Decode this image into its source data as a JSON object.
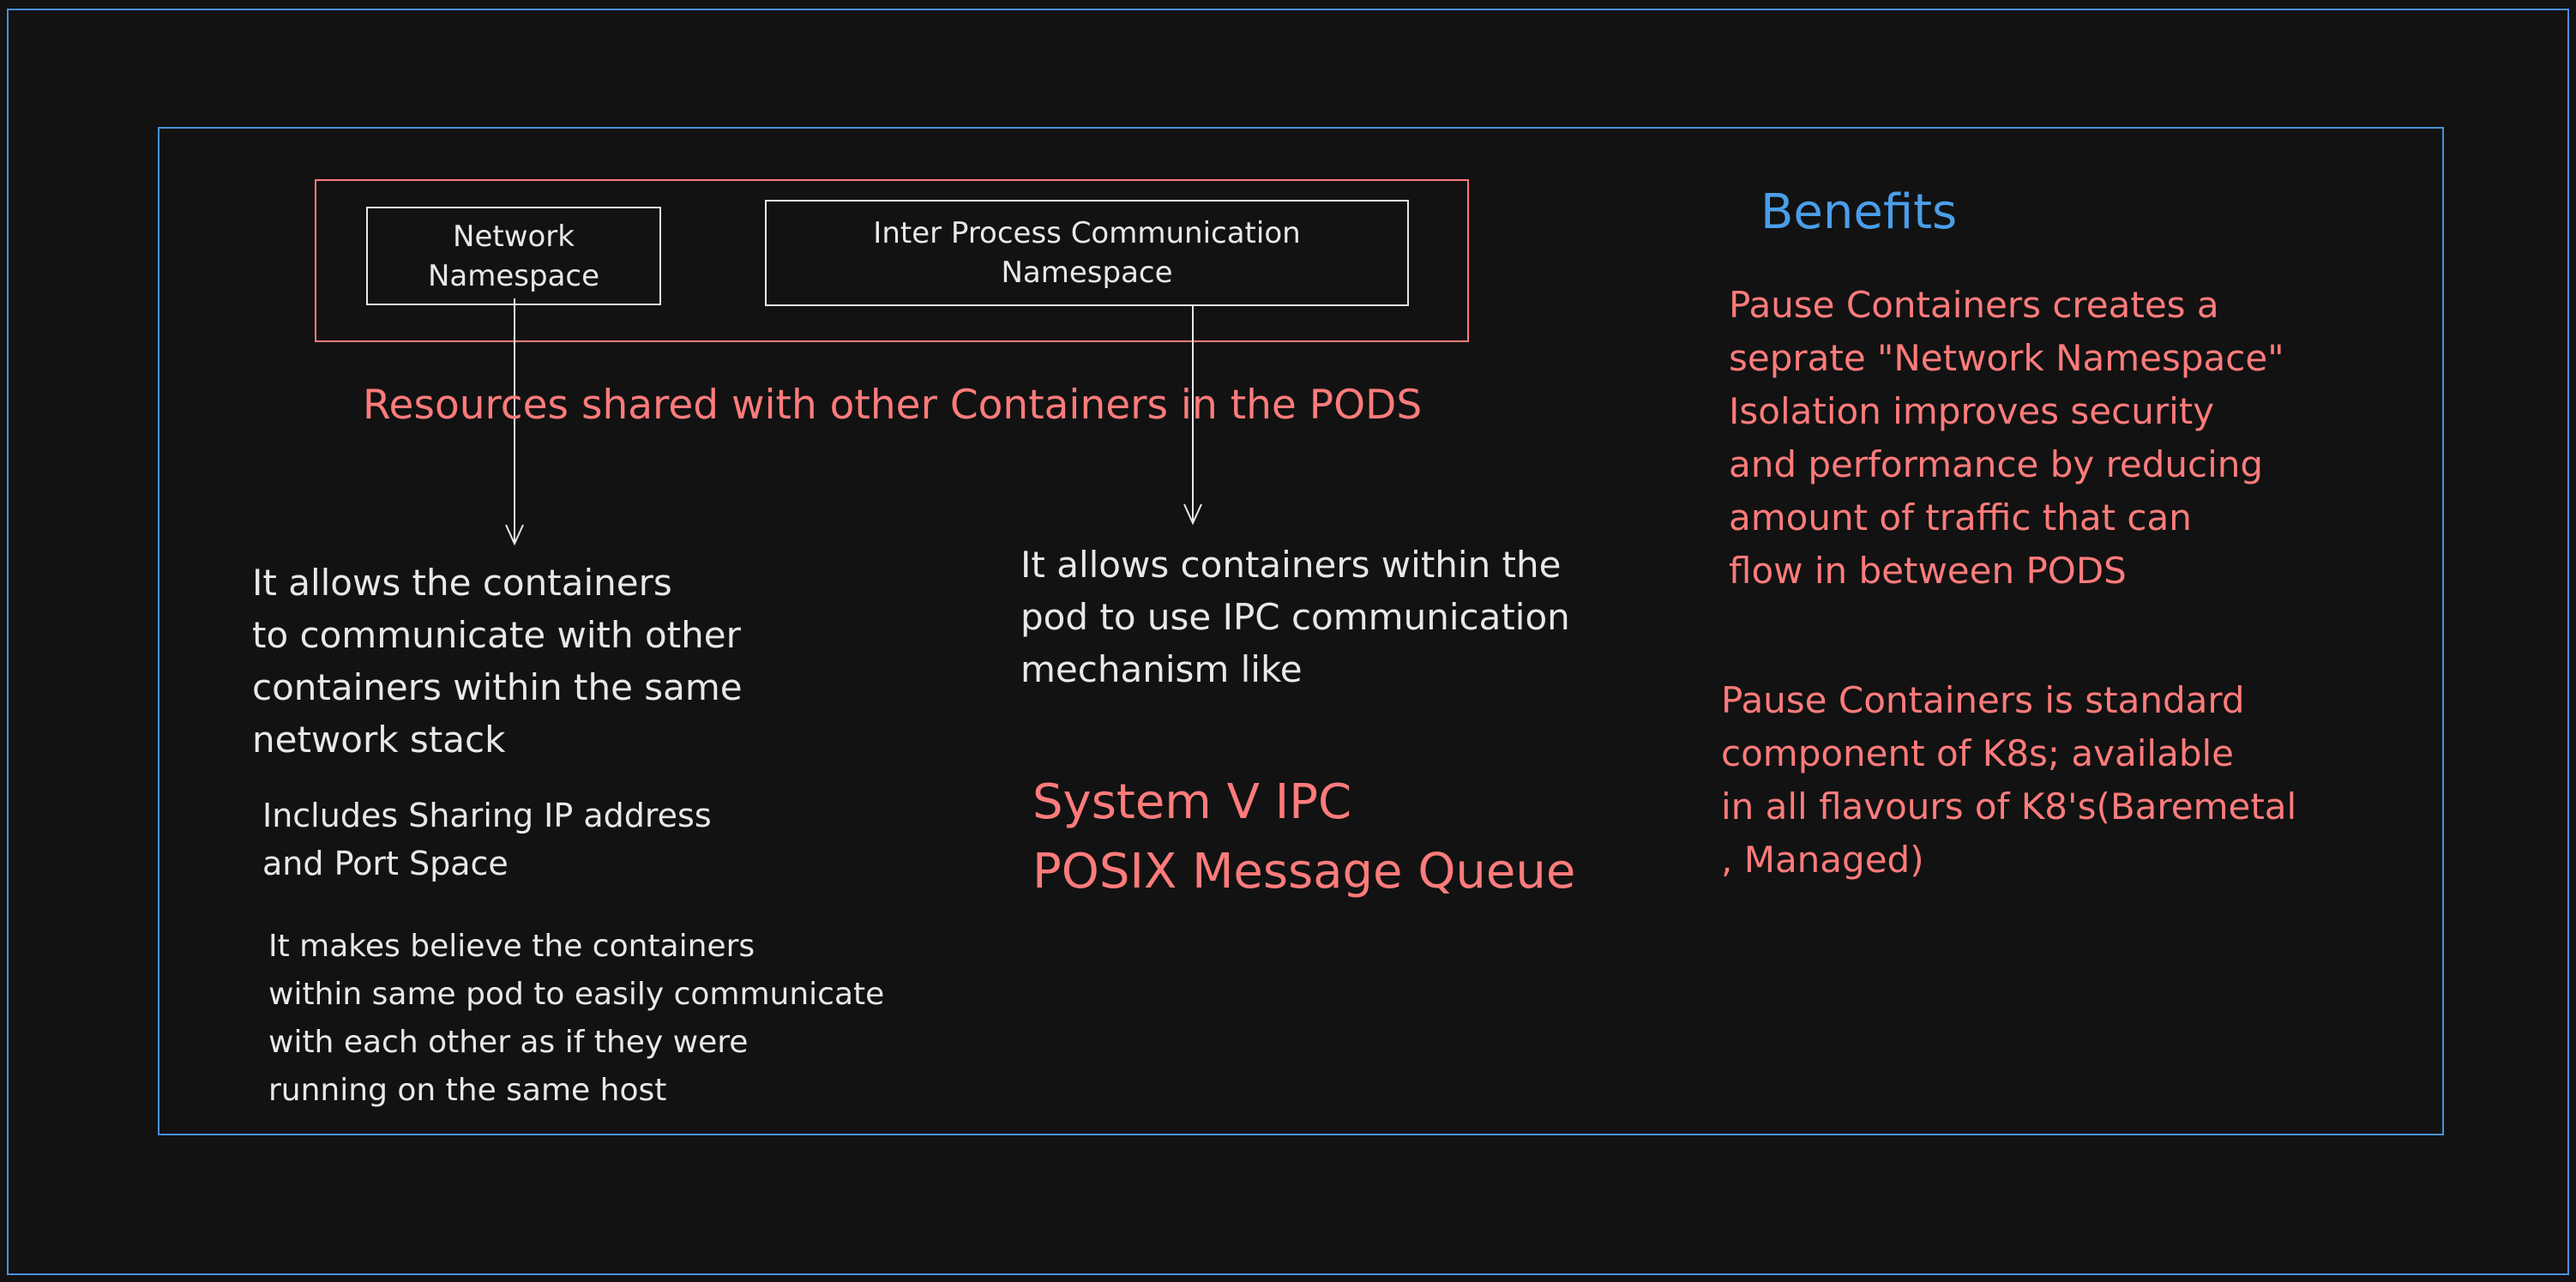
{
  "boxes": {
    "network": [
      "Network",
      "Namespace"
    ],
    "ipc": [
      "Inter Process Communication",
      "Namespace"
    ]
  },
  "shared_label": "Resources shared with other Containers in the PODS",
  "network_desc": [
    "It allows the containers",
    "to communicate with other",
    "containers within the same",
    "network stack"
  ],
  "network_includes": [
    "Includes Sharing IP address",
    "and Port Space"
  ],
  "network_believe": [
    "It makes believe the containers",
    "within same pod to easily communicate",
    "with each other as if they were",
    "running on the same host"
  ],
  "ipc_desc": [
    "It allows containers within the",
    "pod to use IPC communication",
    "mechanism like"
  ],
  "ipc_mechanisms": [
    "System V IPC",
    "POSIX Message Queue"
  ],
  "benefits": {
    "title": "Benefits",
    "para1": [
      "Pause Containers creates a",
      "seprate \"Network Namespace\"",
      "Isolation improves security",
      "and performance by reducing",
      "amount of traffic that can",
      "flow in between PODS"
    ],
    "para2": [
      "Pause Containers is standard",
      "component of K8s; available",
      "in all flavours of K8's(Baremetal",
      ", Managed)"
    ]
  },
  "colors": {
    "background": "#121212",
    "frame": "#4a90d9",
    "text": "#e8e8e8",
    "accent_red": "#ff7b7b",
    "accent_blue": "#4a9ee8"
  }
}
